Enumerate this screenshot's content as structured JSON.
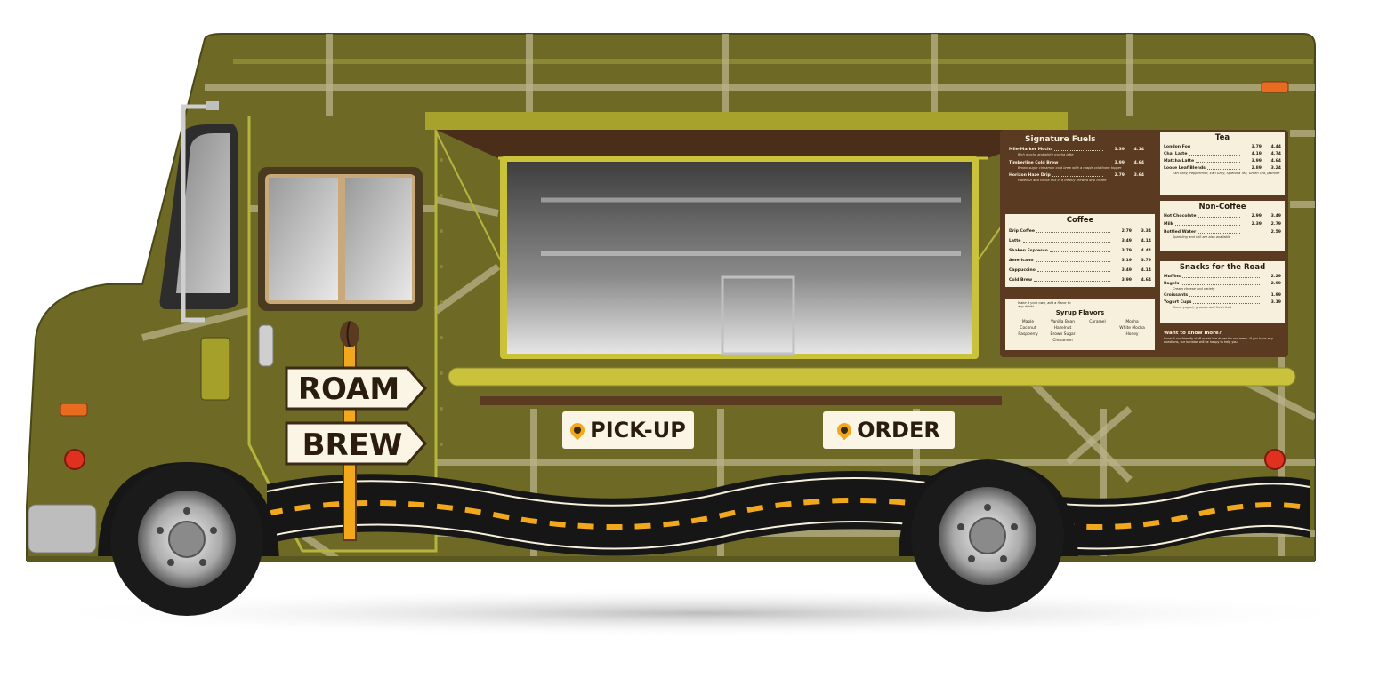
{
  "brand": {
    "line1": "ROAM",
    "line2": "BREW"
  },
  "windows": {
    "pickup": "PICK-UP",
    "order": "ORDER"
  },
  "colors": {
    "body": "#6e6a26",
    "road": "#161616",
    "dash": "#f2a81d",
    "menu_bg": "#5a3b22",
    "panel": "#f6f0dc",
    "grid_lines": "#b9b38a"
  },
  "menu": {
    "signature": {
      "title": "Signature Fuels",
      "items": [
        {
          "name": "Mile-Marker Mocha",
          "p1": "3.39",
          "p2": "4.14",
          "desc": "Rich mocha and white mocha latte"
        },
        {
          "name": "Timberline Cold Brew",
          "p1": "3.99",
          "p2": "4.64",
          "desc": "Brown sugar cinnamon cold brew with a maple cold foam topper"
        },
        {
          "name": "Horizon Haze Drip",
          "p1": "2.79",
          "p2": "3.64",
          "desc": "Hazelnut and cocoa mix in a freshly brewed drip coffee"
        }
      ]
    },
    "coffee": {
      "title": "Coffee",
      "items": [
        {
          "name": "Drip Coffee",
          "p1": "2.79",
          "p2": "3.34"
        },
        {
          "name": "Latte",
          "p1": "3.49",
          "p2": "4.14"
        },
        {
          "name": "Shaken Espresso",
          "p1": "3.79",
          "p2": "4.44"
        },
        {
          "name": "Americano",
          "p1": "3.19",
          "p2": "3.79"
        },
        {
          "name": "Cappuccino",
          "p1": "3.49",
          "p2": "4.14"
        },
        {
          "name": "Cold Brew",
          "p1": "3.99",
          "p2": "4.64"
        }
      ]
    },
    "syrup": {
      "note": "Make it your own, add a flavor to any drink!",
      "title": "Syrup Flavors",
      "flavors": [
        "Maple",
        "Vanilla Bean",
        "Caramel",
        "Mocha",
        "Coconut",
        "Hazelnut",
        "",
        "White Mocha",
        "Raspberry",
        "Brown Sugar Cinnamon",
        "",
        "Honey"
      ]
    },
    "tea": {
      "title": "Tea",
      "items": [
        {
          "name": "London Fog",
          "p1": "3.79",
          "p2": "4.44"
        },
        {
          "name": "Chai Latte",
          "p1": "4.19",
          "p2": "4.74"
        },
        {
          "name": "Matcha Latte",
          "p1": "3.99",
          "p2": "4.64"
        },
        {
          "name": "Loose Leaf Blends",
          "p1": "2.89",
          "p2": "3.24",
          "desc": "Earl Grey, Peppermint, Earl Grey, Splendid Tea, Green Tea, Jasmine"
        }
      ]
    },
    "noncoffee": {
      "title": "Non-Coffee",
      "items": [
        {
          "name": "Hot Chocolate",
          "p1": "2.99",
          "p2": "3.49"
        },
        {
          "name": "Milk",
          "p1": "2.39",
          "p2": "2.79"
        },
        {
          "name": "Bottled Water",
          "p1": "",
          "p2": "2.59",
          "desc": "Sparkling and still are also available"
        }
      ]
    },
    "snacks": {
      "title": "Snacks for the Road",
      "items": [
        {
          "name": "Muffins",
          "p2": "2.29"
        },
        {
          "name": "Bagels",
          "p2": "2.99",
          "desc": "Cream cheese and variety"
        },
        {
          "name": "Croissants",
          "p2": "1.99"
        },
        {
          "name": "Yogurt Cups",
          "p2": "3.19",
          "desc": "Greek yogurt, granola and fresh fruit"
        }
      ]
    },
    "know_more": {
      "title": "Want to know more?",
      "text": "Consult our friendly staff or ask the driver for our menu. If you have any questions, our baristas will be happy to help you."
    }
  }
}
